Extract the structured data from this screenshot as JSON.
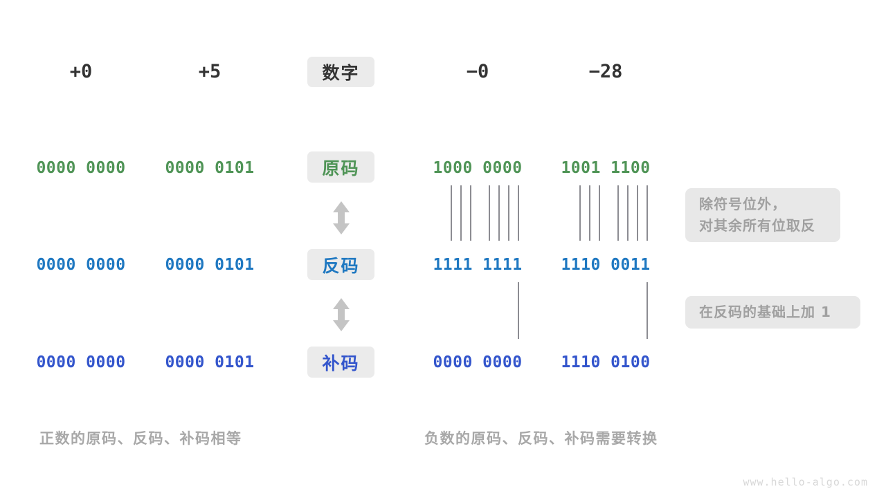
{
  "page": {
    "watermark": "www.hello-algo.com",
    "accent_green": "#4f9456",
    "accent_blue": "#1f78c1",
    "accent_indigo": "#3355cc",
    "pill_bg": "#ebebeb",
    "note_bg": "#e8e8e8",
    "muted_text": "#a8a8a8"
  },
  "header": {
    "label_pill": "数字",
    "positive": [
      {
        "value": "+0"
      },
      {
        "value": "+5"
      }
    ],
    "negative": [
      {
        "value": "−0"
      },
      {
        "value": "−28"
      }
    ]
  },
  "rows": [
    {
      "key": "sign-magnitude",
      "pill": "原码",
      "color": "green",
      "positive": [
        "0000 0000",
        "0000 0101"
      ],
      "negative": [
        "1000 0000",
        "1001 1100"
      ]
    },
    {
      "key": "ones-complement",
      "pill": "反码",
      "color": "blue",
      "positive": [
        "0000 0000",
        "0000 0101"
      ],
      "negative": [
        "1111 1111",
        "1110 0011"
      ]
    },
    {
      "key": "twos-complement",
      "pill": "补码",
      "color": "indigo",
      "positive": [
        "0000 0000",
        "0000 0101"
      ],
      "negative": [
        "0000 0000",
        "1110 0100"
      ]
    }
  ],
  "notes": [
    {
      "key": "invert-note",
      "line1": "除符号位外，",
      "line2": "对其余所有位取反"
    },
    {
      "key": "plus-one-note",
      "line1": "在反码的基础上加  1",
      "line2": ""
    }
  ],
  "captions": {
    "left": "正数的原码、反码、补码相等",
    "right": "负数的原码、反码、补码需要转换"
  },
  "arrows": [
    {
      "key": "arrow-yuan-fan",
      "glyph": "double-arrow-vertical"
    },
    {
      "key": "arrow-fan-bu",
      "glyph": "double-arrow-vertical"
    }
  ]
}
